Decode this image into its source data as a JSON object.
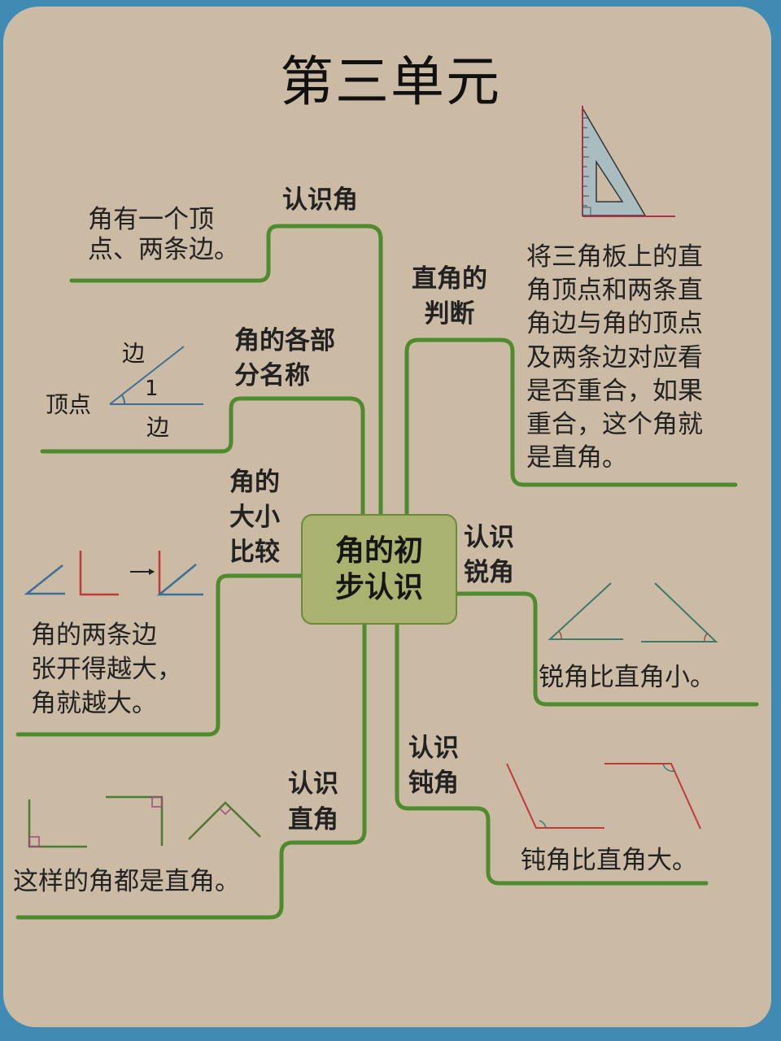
{
  "title": "第三单元",
  "center_node": "角的初\n步认识",
  "colors": {
    "background_blue": "#3f8bb3",
    "paper": "#cbbba5",
    "branch_green": "#4e8a2e",
    "center_fill": "#a9b26e",
    "angle_blue": "#3a6f9a",
    "angle_red": "#c0393b"
  },
  "branches": [
    {
      "id": "recognize-angle",
      "label": "认识角",
      "description": "角有一个顶\n点、两条边。"
    },
    {
      "id": "angle-parts",
      "label": "角的各部\n分名称",
      "diagram": {
        "vertex": "顶点",
        "side_top": "边",
        "side_bottom": "边",
        "angle_mark": "1"
      }
    },
    {
      "id": "angle-size-compare",
      "label": "角的\n大小\n比较",
      "description": "角的两条边\n张开得越大，\n角就越大。"
    },
    {
      "id": "recognize-right-angle",
      "label": "认识\n直角",
      "description": "这样的角都是直角。"
    },
    {
      "id": "right-angle-judgment",
      "label": "直角的\n判断",
      "description": "将三角板上的直\n角顶点和两条直\n角边与角的顶点\n及两条边对应看\n是否重合，如果\n重合，这个角就\n是直角。"
    },
    {
      "id": "recognize-acute-angle",
      "label": "认识\n锐角",
      "description": "锐角比直角小。"
    },
    {
      "id": "recognize-obtuse-angle",
      "label": "认识\n钝角",
      "description": "钝角比直角大。"
    }
  ]
}
